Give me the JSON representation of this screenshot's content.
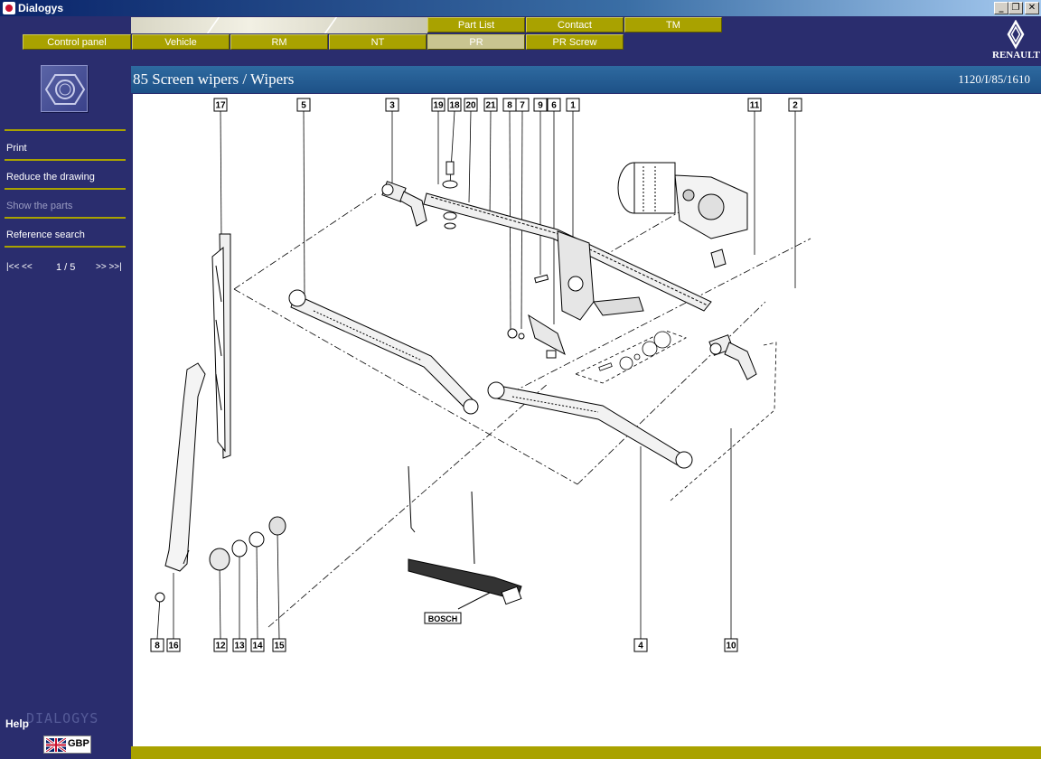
{
  "window": {
    "title": "Dialogys"
  },
  "nav": {
    "row1": [
      {
        "label": "Part List"
      },
      {
        "label": "Contact"
      },
      {
        "label": "TM"
      }
    ],
    "row2": [
      {
        "label": "Control panel",
        "active": false
      },
      {
        "label": "Vehicle",
        "active": false
      },
      {
        "label": "RM",
        "active": false
      },
      {
        "label": "NT",
        "active": false
      },
      {
        "label": "PR",
        "active": true
      },
      {
        "label": "PR Screw",
        "active": false
      }
    ]
  },
  "brand": {
    "name": "RENAULT"
  },
  "sidebar": {
    "items": [
      {
        "label": "Print",
        "enabled": true
      },
      {
        "label": "Reduce the drawing",
        "enabled": true
      },
      {
        "label": "Show the parts",
        "enabled": false
      },
      {
        "label": "Reference search",
        "enabled": true
      }
    ],
    "pager": {
      "first": "|<< <<",
      "page": "1 / 5",
      "last": ">> >>|"
    },
    "help": "Help",
    "watermark": "DIALOGYS",
    "language": "GBP"
  },
  "header": {
    "title": "85 Screen wipers / Wipers",
    "ref": "1120/I/85/1610"
  },
  "diagram": {
    "top_labels": [
      "17",
      "5",
      "3",
      "19",
      "18",
      "20",
      "21",
      "8",
      "7",
      "9",
      "6",
      "1",
      "11",
      "2"
    ],
    "bottom_labels": [
      "8",
      "16",
      "12",
      "13",
      "14",
      "15",
      "4",
      "10"
    ],
    "brand_label": "BOSCH"
  },
  "colors": {
    "nav": "#a9a200",
    "sidebar": "#2a2d6e",
    "header": "#1d5187"
  }
}
